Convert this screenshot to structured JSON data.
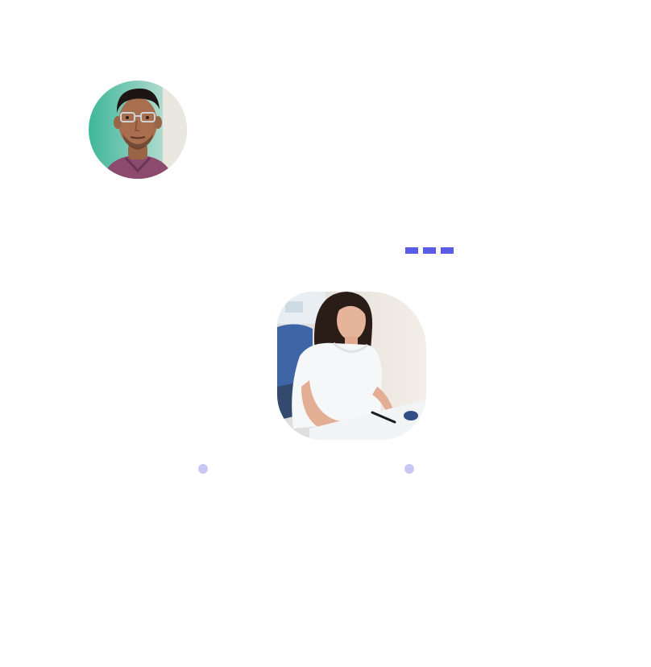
{
  "colors": {
    "accent": "#5b5ce6",
    "dot": "#c9c8f4",
    "background": "#ffffff"
  },
  "images": {
    "avatar": "man-with-glasses-portrait",
    "photo": "woman-working-at-desk"
  },
  "decor": {
    "dash_count": 3,
    "dot_count": 2
  }
}
